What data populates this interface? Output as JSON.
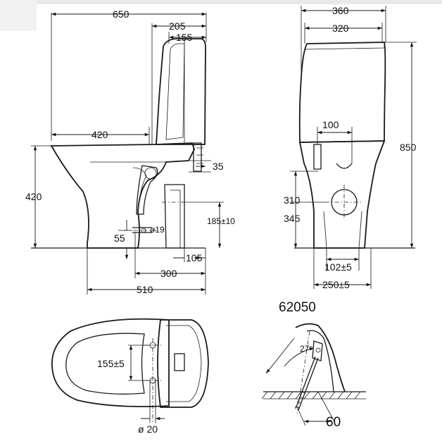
{
  "side_view": {
    "dims": {
      "overall_depth": "650",
      "tank_top": "205",
      "tank_inner": "155",
      "bowl_to_tank": "420",
      "bowl_height": "420",
      "connector": "35",
      "outlet_height": "185±10",
      "fixing_hole": "ø19",
      "fixing_offset": "55",
      "outlet_depth": "105",
      "outlet_to_wall": "300",
      "base_depth": "510"
    }
  },
  "front_view": {
    "dims": {
      "overall_width": "360",
      "tank_width": "320",
      "inlet_spacing": "100",
      "overall_height": "850",
      "outlet_low": "310",
      "outlet_high": "345",
      "base_inner": "102±5",
      "base_outer": "250±5"
    }
  },
  "model_number": "62050",
  "top_view": {
    "dims": {
      "hole_spacing": "155±5",
      "hole_diameter": "ø 20"
    }
  },
  "detail_view": {
    "angle": "27°",
    "depth": "60"
  }
}
